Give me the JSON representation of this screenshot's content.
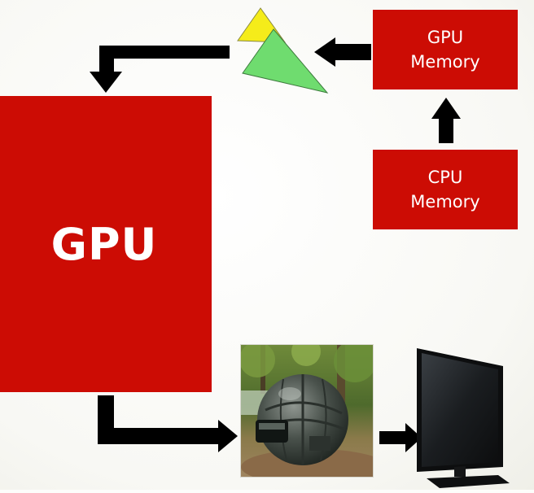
{
  "diagram": {
    "gpu": {
      "label": "GPU"
    },
    "gpu_memory": {
      "line1": "GPU",
      "line2": "Memory"
    },
    "cpu_memory": {
      "line1": "CPU",
      "line2": "Memory"
    }
  },
  "colors": {
    "box_red": "#cc0c04",
    "arrow": "#000000",
    "triangle_yellow": "#f5ec1a",
    "triangle_green": "#6fdc6f",
    "background": "#fdfdfb"
  },
  "icons": {
    "triangles": "geometry-triangles-icon",
    "rendered_image": "rendered-scene-image",
    "monitor": "monitor-icon"
  }
}
